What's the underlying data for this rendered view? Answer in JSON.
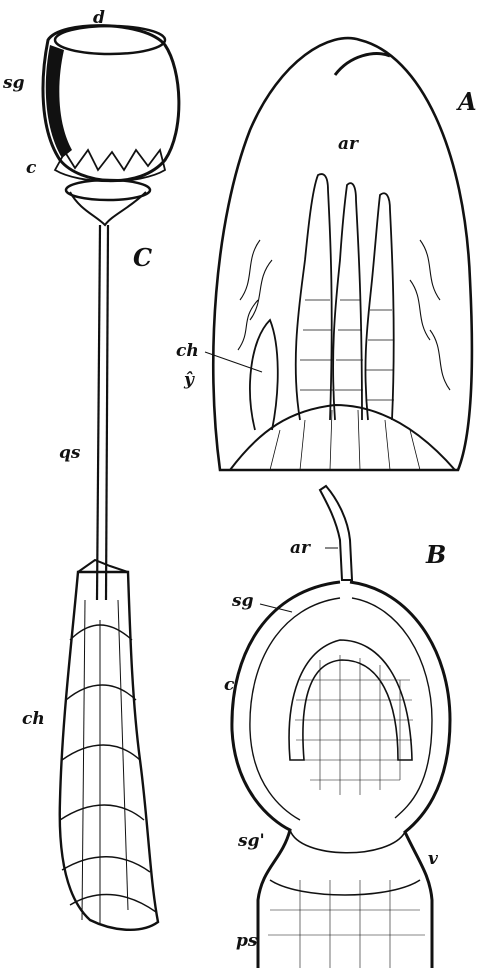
{
  "figure": {
    "panels": [
      {
        "id": "A",
        "label": "A"
      },
      {
        "id": "B",
        "label": "B"
      },
      {
        "id": "C",
        "label": "C"
      }
    ],
    "labels": {
      "d": "d",
      "sg_c": "sg",
      "c_c": "c",
      "qs": "qs",
      "ch_c": "ch",
      "ar_a": "ar",
      "ch_a": "ch",
      "y_a": "ŷ",
      "ar_b": "ar",
      "sg_b": "sg",
      "c_b": "c",
      "sg_prime": "sg'",
      "v": "v",
      "ps": "ps"
    },
    "colors": {
      "ink": "#111111",
      "paper": "#ffffff"
    }
  }
}
